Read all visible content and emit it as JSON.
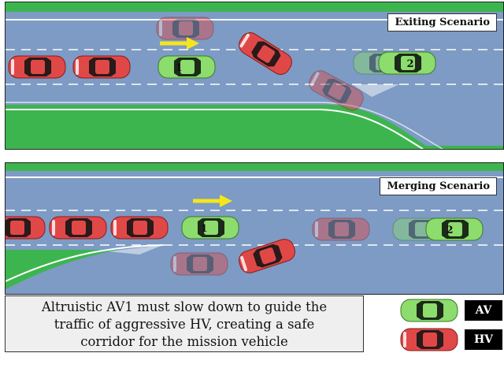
{
  "top_panel": {
    "label": "Exiting Scenario"
  },
  "bottom_panel": {
    "label": "Merging Scenario"
  },
  "vehicles": {
    "av1_number": "1",
    "av2_number": "2"
  },
  "caption": {
    "line1": "Altruistic AV1 must slow down to guide the",
    "line2": "traffic of aggressive HV, creating a safe",
    "line3": "corridor for the mission vehicle"
  },
  "legend": {
    "av_label": "AV",
    "hv_label": "HV"
  },
  "colors": {
    "road": "#7d9bc4",
    "grass": "#3cb54e",
    "hv_car": "#e04848",
    "av_car": "#8cdc6e",
    "arrow": "#f5e61a"
  }
}
